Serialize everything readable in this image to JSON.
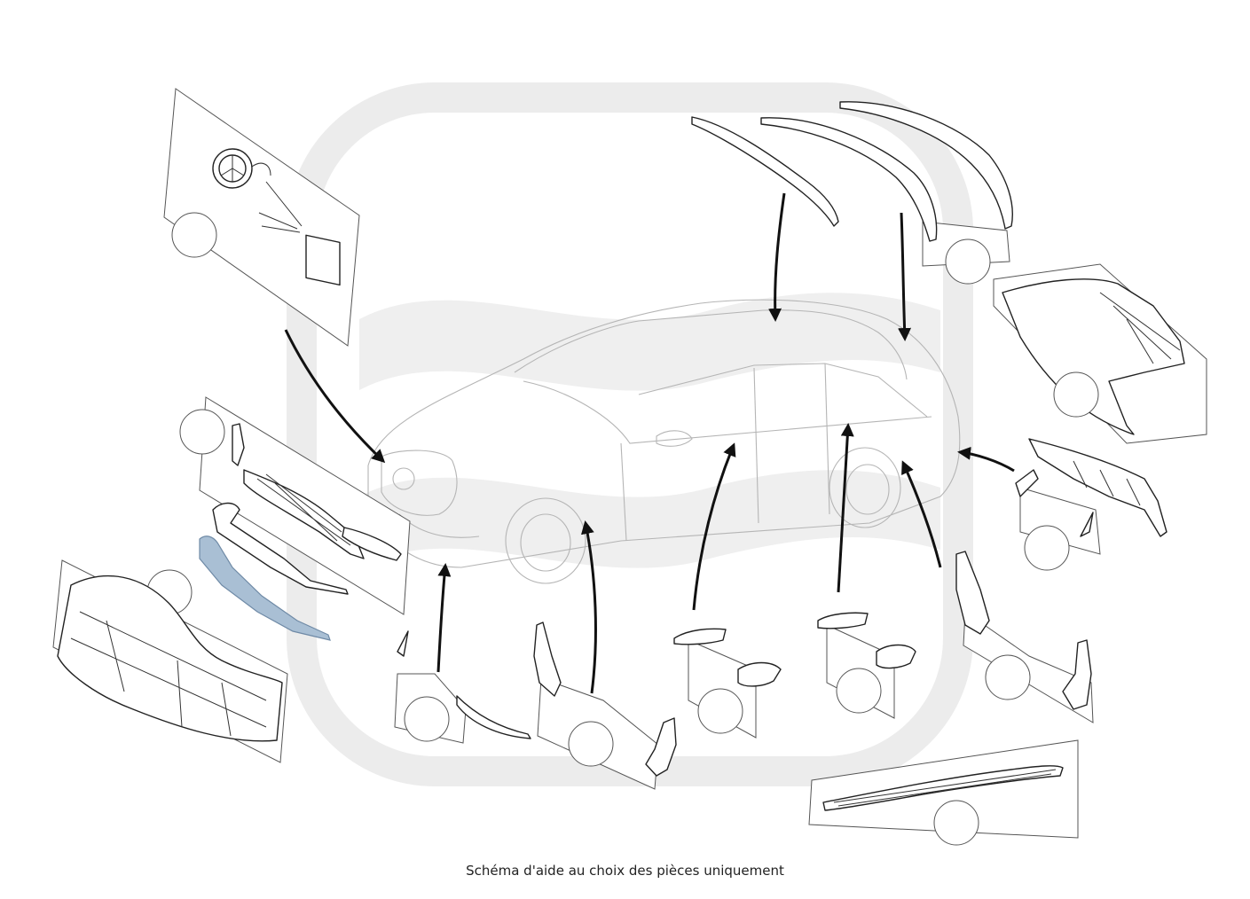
{
  "caption": "Schéma d'aide au choix des pièces uniquement",
  "colors": {
    "watermark": "#e9e9e9",
    "highlight_part": "#a9bfd4",
    "line": "#222222",
    "car_outline": "#b5b5b5"
  },
  "parts": [
    {
      "id": "emblem-radar",
      "icon": "star-emblem-with-radar-module",
      "selected": false
    },
    {
      "id": "radiator-grille",
      "icon": "front-grille",
      "selected": false
    },
    {
      "id": "front-lip-spoiler",
      "icon": "front-spoiler-lip",
      "selected": true
    },
    {
      "id": "front-bumper",
      "icon": "front-bumper",
      "selected": false
    },
    {
      "id": "front-fender-trim",
      "icon": "fender-trim-strip",
      "selected": false
    },
    {
      "id": "front-wheel-arch-liner",
      "icon": "wheel-arch-liner",
      "selected": false
    },
    {
      "id": "front-door-handle",
      "icon": "door-handle",
      "selected": false
    },
    {
      "id": "rear-door-handle",
      "icon": "door-handle",
      "selected": false
    },
    {
      "id": "rear-wheel-arch-liner",
      "icon": "wheel-arch-liner",
      "selected": false
    },
    {
      "id": "rear-diffuser",
      "icon": "rear-diffuser",
      "selected": false
    },
    {
      "id": "rear-bumper",
      "icon": "rear-bumper",
      "selected": false
    },
    {
      "id": "roof-trunk-spoilers",
      "icon": "spoiler-blades",
      "selected": false
    },
    {
      "id": "side-skirt",
      "icon": "side-skirt",
      "selected": false
    }
  ]
}
